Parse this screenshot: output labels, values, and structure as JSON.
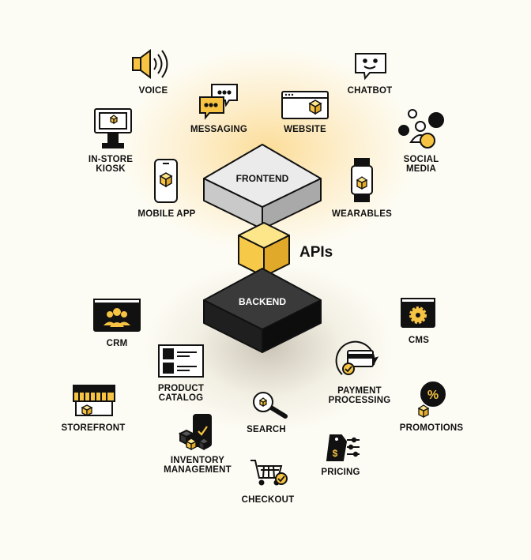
{
  "platforms": {
    "frontend": "FRONTEND",
    "backend": "BACKEND",
    "apis": "APIs"
  },
  "frontend_channels": {
    "voice": "VOICE",
    "chatbot": "CHATBOT",
    "messaging": "MESSAGING",
    "website": "WEBSITE",
    "kiosk": "IN-STORE KIOSK",
    "social_media": "SOCIAL MEDIA",
    "mobile_app": "MOBILE APP",
    "wearables": "WEARABLES"
  },
  "backend_services": {
    "crm": "CRM",
    "cms": "CMS",
    "product_catalog": "PRODUCT CATALOG",
    "payment_processing": "PAYMENT PROCESSING",
    "storefront": "STOREFRONT",
    "promotions": "PROMOTIONS",
    "search": "SEARCH",
    "inventory_management": "INVENTORY MANAGEMENT",
    "pricing": "PRICING",
    "checkout": "CHECKOUT"
  },
  "colors": {
    "accent": "#f6c343",
    "dark": "#111111",
    "light_platform": "#e6e6e6",
    "background": "#fdfcf4"
  }
}
